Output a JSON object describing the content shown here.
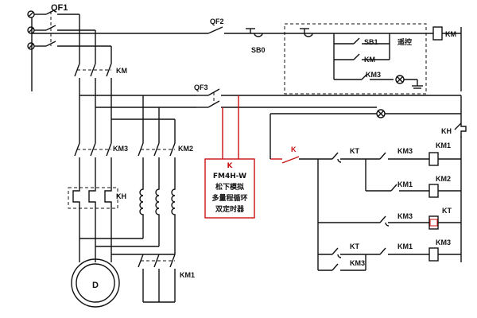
{
  "diagram": {
    "labels": {
      "qf1": "QF1",
      "qf2": "QF2",
      "qf3": "QF3",
      "km_main": "KM",
      "km_coil_top": "KM",
      "km_contact_top": "KM",
      "sb0": "SB0",
      "sb1": "SB1",
      "remote": "遥控",
      "km3_top": "KM3",
      "km3_power": "KM3",
      "km2_power": "KM2",
      "kh": "KH",
      "km1_power": "KM1",
      "motor": "D",
      "kh_ctrl": "KH",
      "k_switch": "K",
      "kt_r1": "KT",
      "km3_r1": "KM3",
      "km1_coil": "KM1",
      "km1_r2": "KM1",
      "km2_coil": "KM2",
      "km3_r3": "KM3",
      "kt_coil": "KT",
      "kt_r4": "KT",
      "km1_r4": "KM1",
      "km3_r4": "KM3",
      "km3_coil": "KM3"
    },
    "timer_box": {
      "k": "K",
      "model": "FM4H-W",
      "line1": "松下模拟",
      "line2": "多量程循环",
      "line3": "双定时器"
    },
    "colors": {
      "wire": "#111111",
      "accent": "#cc1111"
    }
  }
}
